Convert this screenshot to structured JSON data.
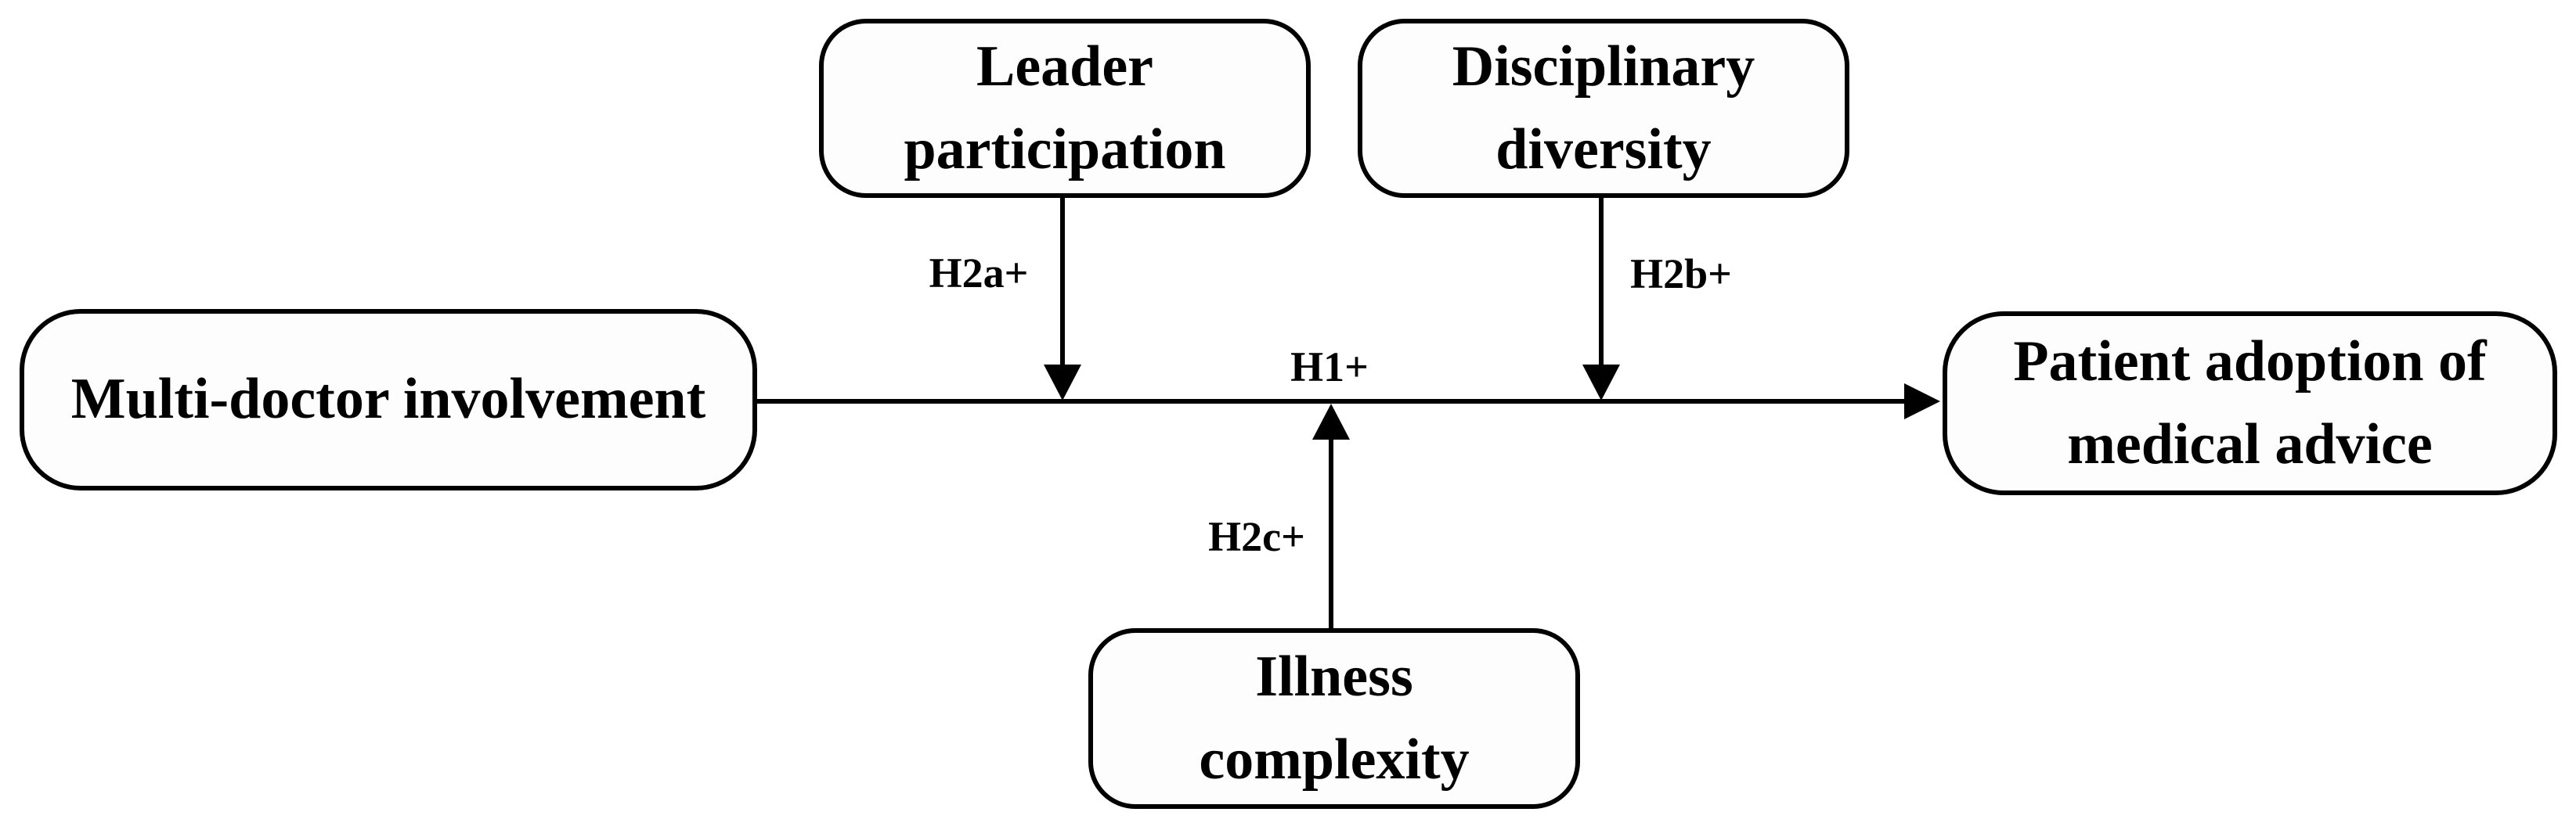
{
  "figure": {
    "type": "hypothesis-model-diagram",
    "background_color": "#ffffff",
    "box_fill_color": "#fdfdfd",
    "box_border_color": "#000000",
    "line_color": "#000000",
    "text_color": "#000000"
  },
  "nodes": {
    "multi_doctor": {
      "label": "Multi-doctor involvement"
    },
    "leader": {
      "label": "Leader\nparticipation"
    },
    "disciplinary": {
      "label": "Disciplinary\ndiversity"
    },
    "patient": {
      "label": "Patient adoption of\nmedical advice"
    },
    "illness": {
      "label": "Illness\ncomplexity"
    }
  },
  "edges": {
    "h1": {
      "label": "H1+",
      "from": "Multi-doctor involvement",
      "to": "Patient adoption of medical advice"
    },
    "h2a": {
      "label": "H2a+",
      "from": "Leader participation",
      "to": "main path"
    },
    "h2b": {
      "label": "H2b+",
      "from": "Disciplinary diversity",
      "to": "main path"
    },
    "h2c": {
      "label": "H2c+",
      "from": "Illness complexity",
      "to": "main path"
    }
  }
}
